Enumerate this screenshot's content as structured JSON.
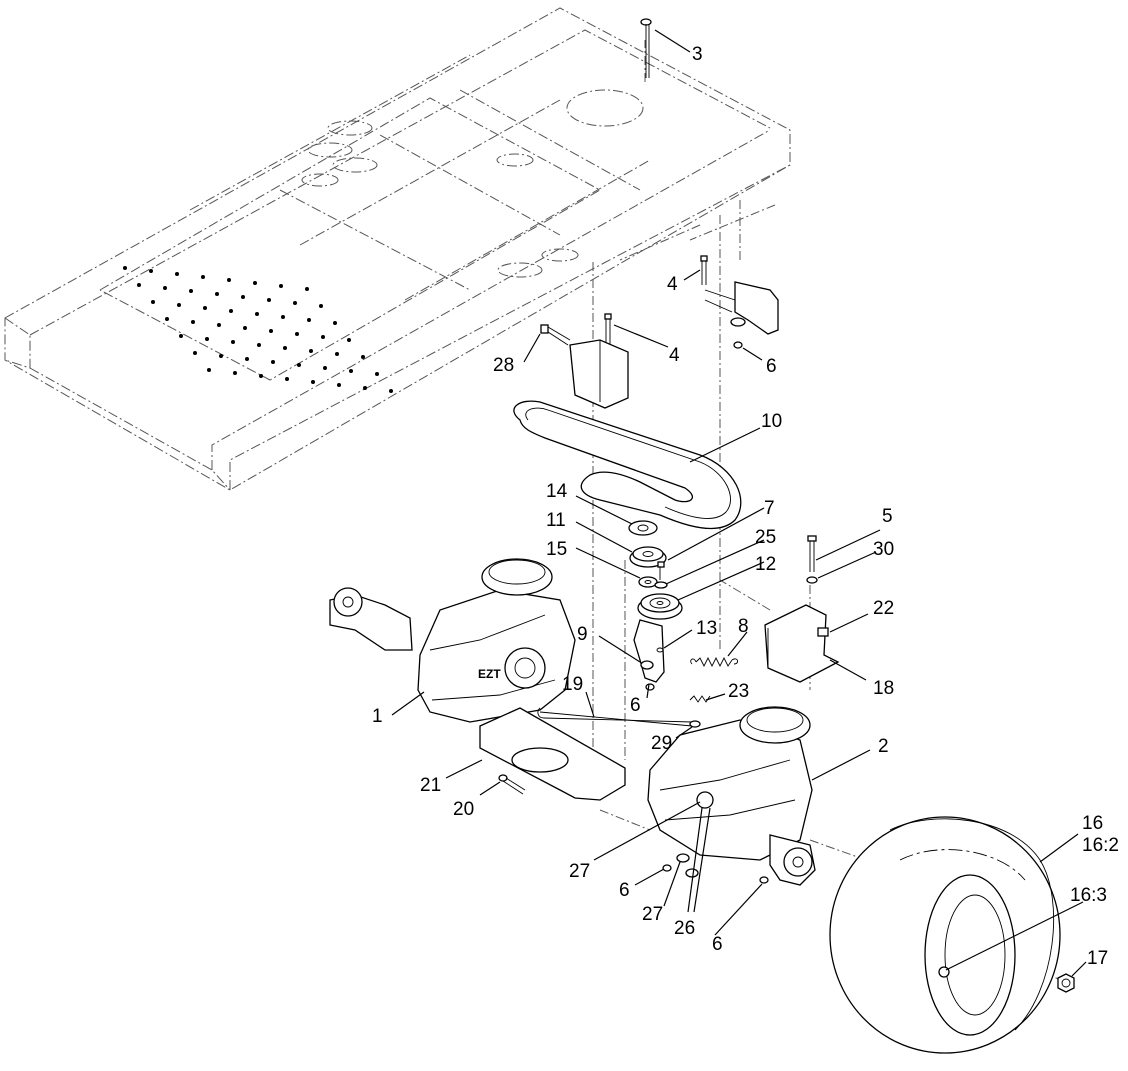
{
  "diagram": {
    "callouts": [
      {
        "id": "c3",
        "text": "3"
      },
      {
        "id": "c4a",
        "text": "4"
      },
      {
        "id": "c4b",
        "text": "4"
      },
      {
        "id": "c6a",
        "text": "6"
      },
      {
        "id": "c28",
        "text": "28"
      },
      {
        "id": "c10",
        "text": "10"
      },
      {
        "id": "c14",
        "text": "14"
      },
      {
        "id": "c7",
        "text": "7"
      },
      {
        "id": "c11",
        "text": "11"
      },
      {
        "id": "c25",
        "text": "25"
      },
      {
        "id": "c15",
        "text": "15"
      },
      {
        "id": "c12",
        "text": "12"
      },
      {
        "id": "c5",
        "text": "5"
      },
      {
        "id": "c30",
        "text": "30"
      },
      {
        "id": "c22",
        "text": "22"
      },
      {
        "id": "c9",
        "text": "9"
      },
      {
        "id": "c13",
        "text": "13"
      },
      {
        "id": "c8",
        "text": "8"
      },
      {
        "id": "c18",
        "text": "18"
      },
      {
        "id": "c19",
        "text": "19"
      },
      {
        "id": "c23",
        "text": "23"
      },
      {
        "id": "c1",
        "text": "1"
      },
      {
        "id": "c6b",
        "text": "6"
      },
      {
        "id": "c29",
        "text": "29"
      },
      {
        "id": "c2",
        "text": "2"
      },
      {
        "id": "c21",
        "text": "21"
      },
      {
        "id": "c20",
        "text": "20"
      },
      {
        "id": "c16",
        "text": "16"
      },
      {
        "id": "c16_2",
        "text": "16:2"
      },
      {
        "id": "c27a",
        "text": "27"
      },
      {
        "id": "c16_3",
        "text": "16:3"
      },
      {
        "id": "c6c",
        "text": "6"
      },
      {
        "id": "c27b",
        "text": "27"
      },
      {
        "id": "c26",
        "text": "26"
      },
      {
        "id": "c6d",
        "text": "6"
      },
      {
        "id": "c17",
        "text": "17"
      }
    ]
  }
}
